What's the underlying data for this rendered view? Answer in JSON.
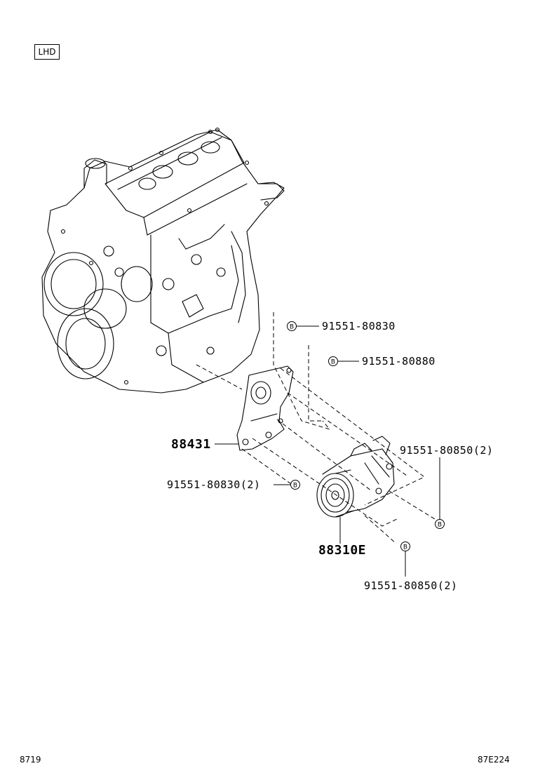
{
  "badge": "LHD",
  "callout_marker": "B",
  "parts": {
    "bolt_top": "91551-80830",
    "bolt_upper": "91551-80880",
    "bracket": "88431",
    "bolt_bracket_lower": "91551-80830(2)",
    "bolt_right": "91551-80850(2)",
    "compressor": "88310E",
    "bolt_bottom": "91551-80850(2)"
  },
  "footer": {
    "left_code": "8719",
    "right_code": "87E224"
  }
}
